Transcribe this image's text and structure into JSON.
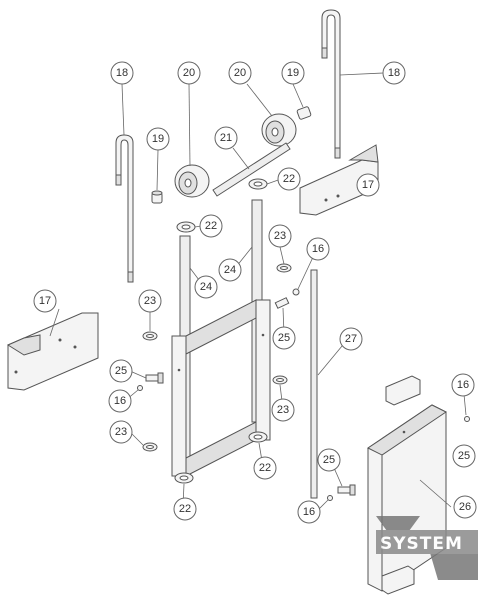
{
  "diagram": {
    "type": "exploded-parts-view",
    "part_labels": [
      "16",
      "17",
      "18",
      "19",
      "20",
      "21",
      "22",
      "23",
      "24",
      "25",
      "26",
      "27"
    ]
  },
  "callouts": [
    {
      "id": "c18a",
      "label": "18"
    },
    {
      "id": "c20a",
      "label": "20"
    },
    {
      "id": "c20b",
      "label": "20"
    },
    {
      "id": "c19a",
      "label": "19"
    },
    {
      "id": "c18b",
      "label": "18"
    },
    {
      "id": "c19b",
      "label": "19"
    },
    {
      "id": "c21",
      "label": "21"
    },
    {
      "id": "c22a",
      "label": "22"
    },
    {
      "id": "c17a",
      "label": "17"
    },
    {
      "id": "c22b",
      "label": "22"
    },
    {
      "id": "c23a",
      "label": "23"
    },
    {
      "id": "c16a",
      "label": "16"
    },
    {
      "id": "c24a",
      "label": "24"
    },
    {
      "id": "c24b",
      "label": "24"
    },
    {
      "id": "c17b",
      "label": "17"
    },
    {
      "id": "c23b",
      "label": "23"
    },
    {
      "id": "c25a",
      "label": "25"
    },
    {
      "id": "c27",
      "label": "27"
    },
    {
      "id": "c25b",
      "label": "25"
    },
    {
      "id": "c16b",
      "label": "16"
    },
    {
      "id": "c16c",
      "label": "16"
    },
    {
      "id": "c23c",
      "label": "23"
    },
    {
      "id": "c23d",
      "label": "23"
    },
    {
      "id": "c25c",
      "label": "25"
    },
    {
      "id": "c22c",
      "label": "22"
    },
    {
      "id": "c22d",
      "label": "22"
    },
    {
      "id": "c25d",
      "label": "25"
    },
    {
      "id": "c26",
      "label": "26"
    },
    {
      "id": "c16d",
      "label": "16"
    }
  ],
  "watermark": {
    "text": "SYSTEM"
  }
}
